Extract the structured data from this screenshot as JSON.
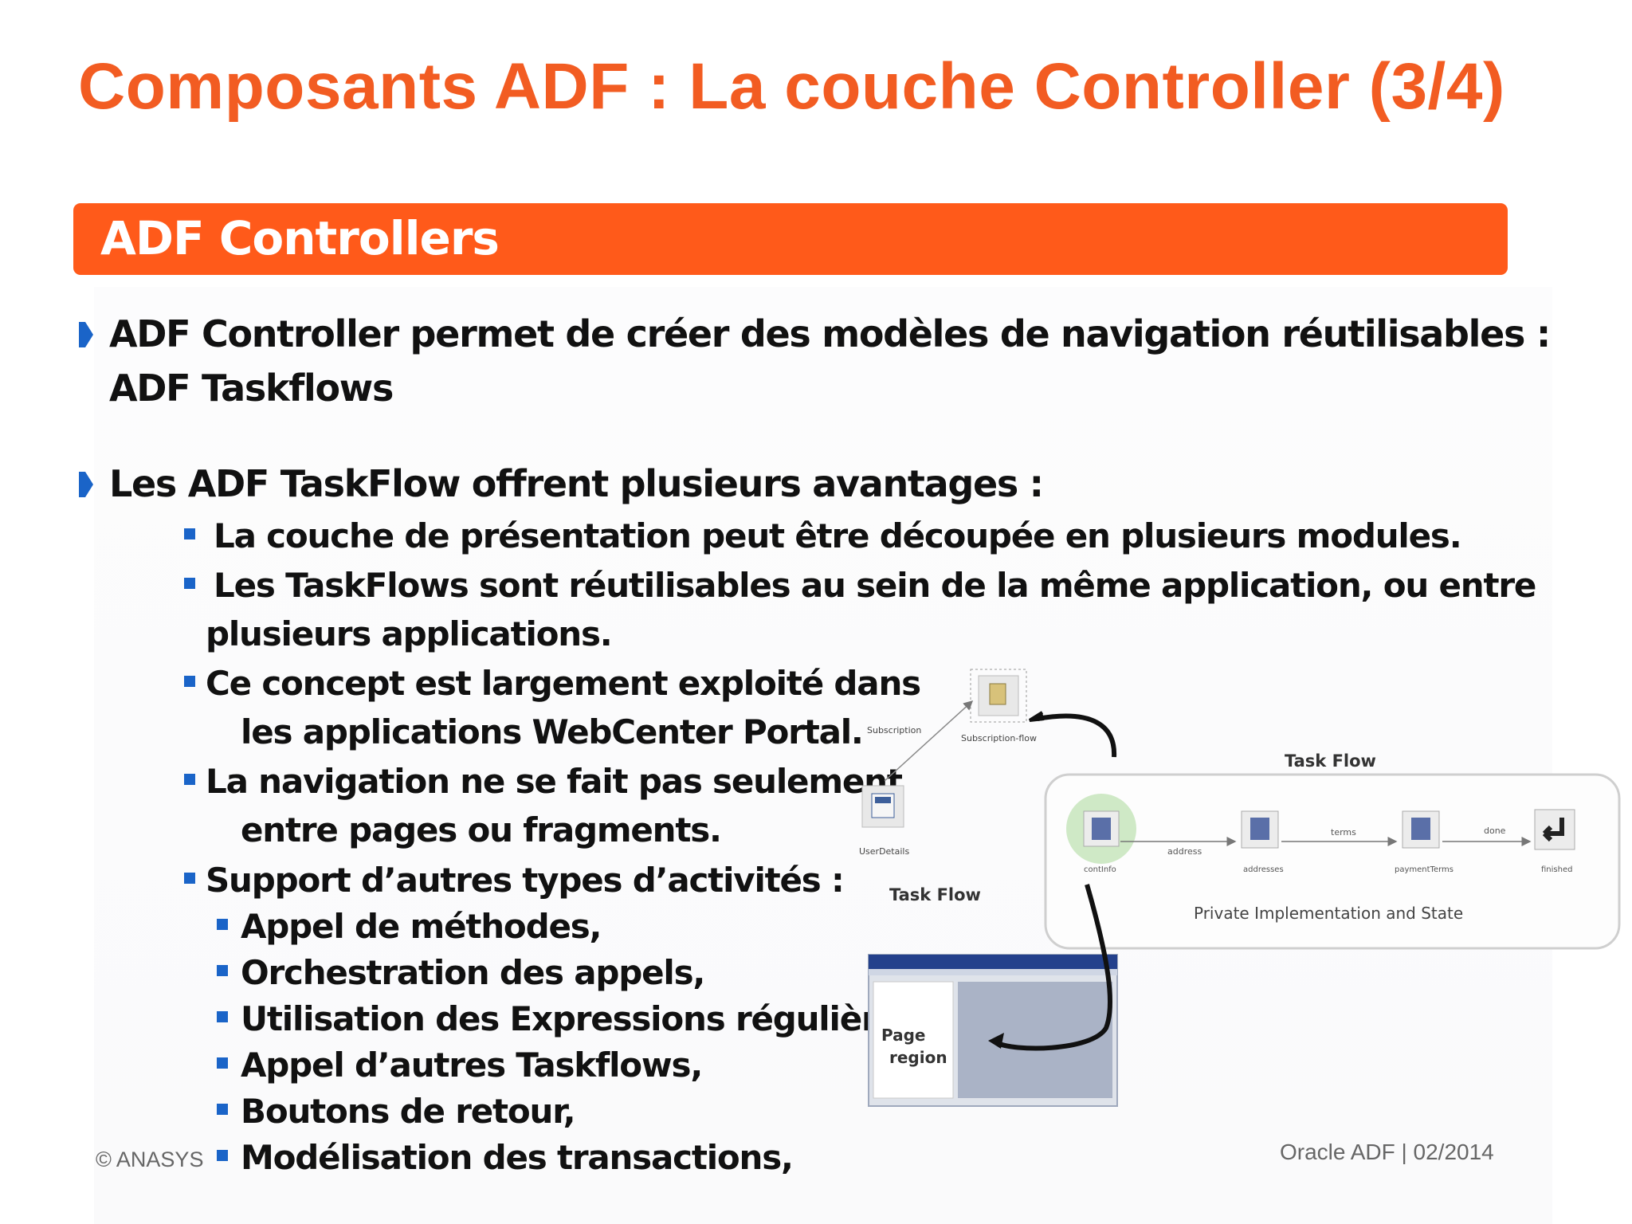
{
  "title": "Composants ADF : La couche Controller (3/4)",
  "banner": "ADF Controllers",
  "bullets": {
    "b1_line1": "ADF Controller permet de créer des modèles de navigation réutilisables :",
    "b1_line2": "ADF Taskflows",
    "b2": "Les ADF TaskFlow offrent plusieurs avantages :",
    "s1": "La couche de présentation peut être découpée en plusieurs modules.",
    "s2_line1": "Les TaskFlows sont réutilisables au sein de la même application, ou entre",
    "s2_line2": "plusieurs applications.",
    "s3_line1": "Ce concept est largement exploité dans",
    "s3_line2": "les applications WebCenter Portal.",
    "s4_line1": "La navigation ne se fait pas seulement",
    "s4_line2": "entre pages ou fragments.",
    "s5": "Support d’autres types d’activités :",
    "t1": "Appel de méthodes,",
    "t2": "Orchestration des appels,",
    "t3": "Utilisation des Expressions régulières,",
    "t4": "Appel d’autres Taskflows,",
    "t5": "Boutons de retour,",
    "t6": "Modélisation des transactions,"
  },
  "diagram": {
    "subscription": "Subscription",
    "subscription_flow": "Subscription-flow",
    "user_details": "UserDetails",
    "task_flow_left": "Task Flow",
    "task_flow_right": "Task Flow",
    "contact": "contInfo",
    "address": "address",
    "addresses": "addresses",
    "terms": "terms",
    "payment_terms": "paymentTerms",
    "done": "done",
    "finished": "finished",
    "private": "Private Implementation and State",
    "page": "Page",
    "region": "region"
  },
  "footer": {
    "left": "© ANASYS",
    "right": "Oracle ADF |  02/2014"
  },
  "colors": {
    "title": "#f25c22",
    "banner": "#ff5a1a",
    "bullet_arrow": "#1a64c8",
    "bullet_square": "#1a64c8"
  }
}
